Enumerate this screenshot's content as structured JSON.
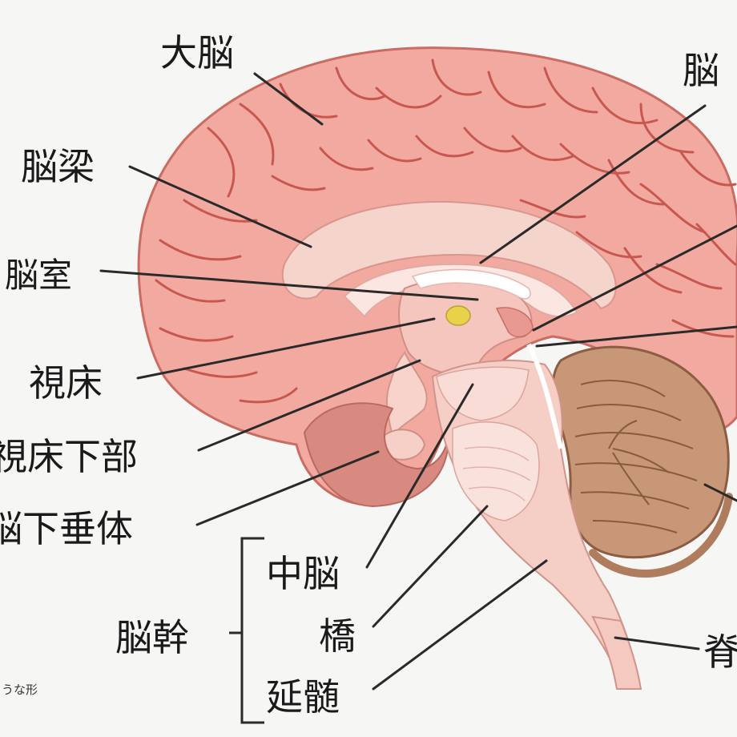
{
  "labels": {
    "cerebrum": "大脳",
    "corpus_callosum": "脳梁",
    "ventricle": "脳室",
    "thalamus": "視床",
    "hypothalamus": "視床下部",
    "pituitary": "脳下垂体",
    "brainstem": "脳幹",
    "midbrain": "中脳",
    "pons": "橋",
    "medulla": "延髄",
    "top_right_partial": "脳",
    "bottom_right_partial": "脊",
    "bottom_left_partial": "うな形"
  }
}
